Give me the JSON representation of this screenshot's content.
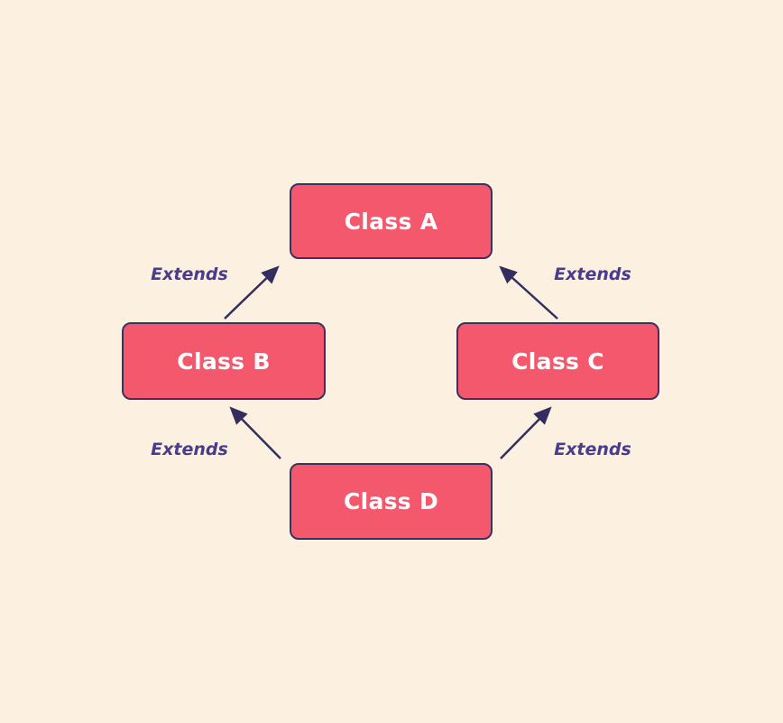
{
  "diagram": {
    "type": "inheritance-diagram",
    "nodes": [
      {
        "id": "class-a",
        "label": "Class A"
      },
      {
        "id": "class-b",
        "label": "Class B"
      },
      {
        "id": "class-c",
        "label": "Class C"
      },
      {
        "id": "class-d",
        "label": "Class D"
      }
    ],
    "edges": [
      {
        "from": "class-b",
        "to": "class-a",
        "label": "Extends"
      },
      {
        "from": "class-c",
        "to": "class-a",
        "label": "Extends"
      },
      {
        "from": "class-d",
        "to": "class-b",
        "label": "Extends"
      },
      {
        "from": "class-d",
        "to": "class-c",
        "label": "Extends"
      }
    ],
    "colors": {
      "background": "#FCF1E0",
      "node_fill": "#F4586C",
      "node_border": "#3D3160",
      "node_text": "#FFFFFF",
      "edge_color": "#352D5E",
      "label_color": "#4A3C8C"
    }
  }
}
